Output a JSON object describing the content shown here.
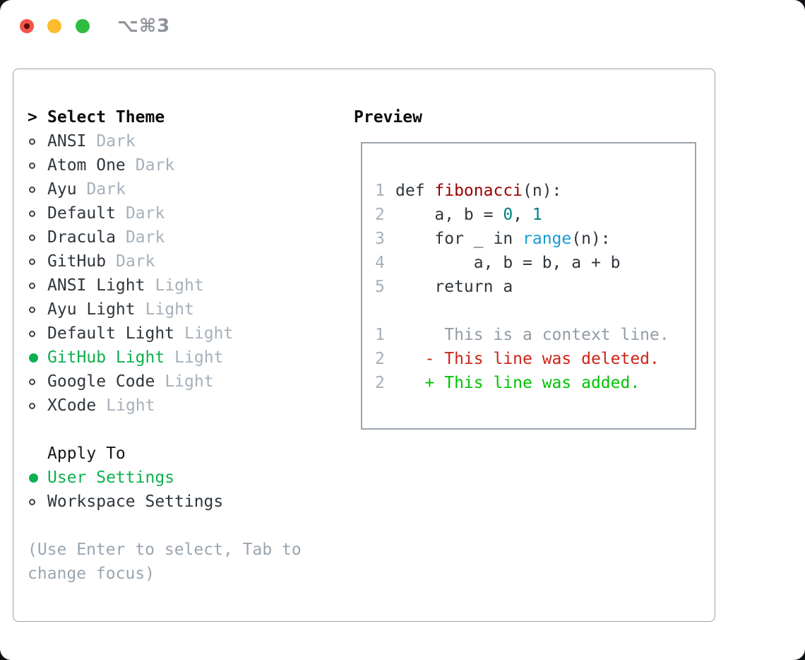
{
  "titlebar": {
    "title": "⌥⌘3",
    "buttons": [
      "close",
      "minimize",
      "zoom"
    ]
  },
  "panel": {
    "select_theme": {
      "cursor": ">",
      "heading": "Select Theme"
    },
    "themes": [
      {
        "name": "ANSI",
        "variant": "Dark",
        "selected": false
      },
      {
        "name": "Atom One",
        "variant": "Dark",
        "selected": false
      },
      {
        "name": "Ayu",
        "variant": "Dark",
        "selected": false
      },
      {
        "name": "Default",
        "variant": "Dark",
        "selected": false
      },
      {
        "name": "Dracula",
        "variant": "Dark",
        "selected": false
      },
      {
        "name": "GitHub",
        "variant": "Dark",
        "selected": false
      },
      {
        "name": "ANSI Light",
        "variant": "Light",
        "selected": false
      },
      {
        "name": "Ayu Light",
        "variant": "Light",
        "selected": false
      },
      {
        "name": "Default Light",
        "variant": "Light",
        "selected": false
      },
      {
        "name": "GitHub Light",
        "variant": "Light",
        "selected": true
      },
      {
        "name": "Google Code",
        "variant": "Light",
        "selected": false
      },
      {
        "name": "XCode",
        "variant": "Light",
        "selected": false
      }
    ],
    "apply_to": {
      "heading": "Apply To",
      "options": [
        {
          "label": "User Settings",
          "selected": true
        },
        {
          "label": "Workspace Settings",
          "selected": false
        }
      ]
    },
    "hint_lines": [
      "(Use Enter to select, Tab to",
      "change focus)"
    ]
  },
  "preview": {
    "heading": "Preview",
    "code_lines": [
      {
        "number": "1",
        "segments": [
          {
            "text": "def ",
            "color": "text"
          },
          {
            "text": "fibonacci",
            "color": "function"
          },
          {
            "text": "(n):",
            "color": "text"
          }
        ]
      },
      {
        "number": "2",
        "segments": [
          {
            "text": "    a, b = ",
            "color": "text"
          },
          {
            "text": "0",
            "color": "number"
          },
          {
            "text": ", ",
            "color": "text"
          },
          {
            "text": "1",
            "color": "number"
          }
        ]
      },
      {
        "number": "3",
        "segments": [
          {
            "text": "    for _ in ",
            "color": "text"
          },
          {
            "text": "range",
            "color": "builtin"
          },
          {
            "text": "(n):",
            "color": "text"
          }
        ]
      },
      {
        "number": "4",
        "segments": [
          {
            "text": "        a, b = b, a + b",
            "color": "text"
          }
        ]
      },
      {
        "number": "5",
        "segments": [
          {
            "text": "    return a",
            "color": "text"
          }
        ]
      }
    ],
    "diff_lines": [
      {
        "number": "1",
        "text": "     This is a context line.",
        "type": "context"
      },
      {
        "number": "2",
        "text": "   - This line was deleted.",
        "type": "deleted"
      },
      {
        "number": "2",
        "text": "   + This line was added.",
        "type": "added"
      }
    ]
  },
  "colors": {
    "selection_green": "#0db04e",
    "added_green": "#00c300",
    "deleted_red": "#cc2418",
    "function_red": "#990000",
    "number_teal": "#008080",
    "builtin_blue": "#189ad3",
    "text_dark": "#2f363c",
    "muted_gray": "#a6b0ba",
    "hint_gray": "#9aa5b0",
    "border_gray": "#9aa3ae"
  }
}
